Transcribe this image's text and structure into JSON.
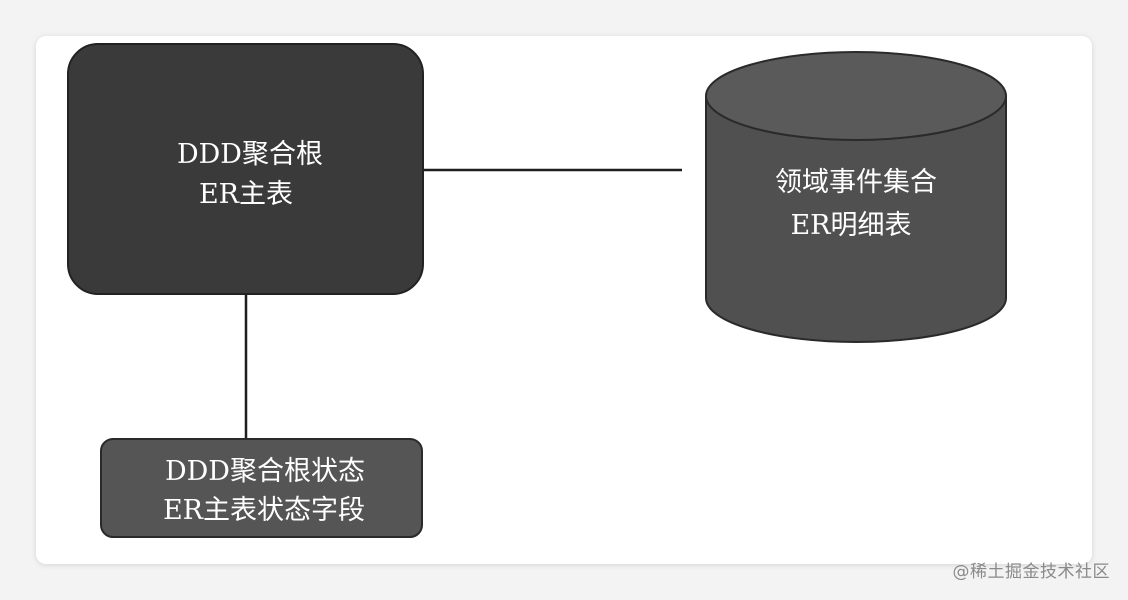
{
  "nodes": {
    "aggregate_root": {
      "line1": "DDD聚合根",
      "line2": "ER主表"
    },
    "domain_events": {
      "line1": "领域事件集合",
      "line2": "ER明细表"
    },
    "aggregate_state": {
      "line1": "DDD聚合根状态",
      "line2": "ER主表状态字段"
    }
  },
  "colors": {
    "dark_node": "#3a3a3a",
    "cylinder_body": "#505050",
    "cylinder_top": "#5a5a5a",
    "state_node": "#555555",
    "connector": "#1e1e1e"
  },
  "watermark": "@稀土掘金技术社区"
}
